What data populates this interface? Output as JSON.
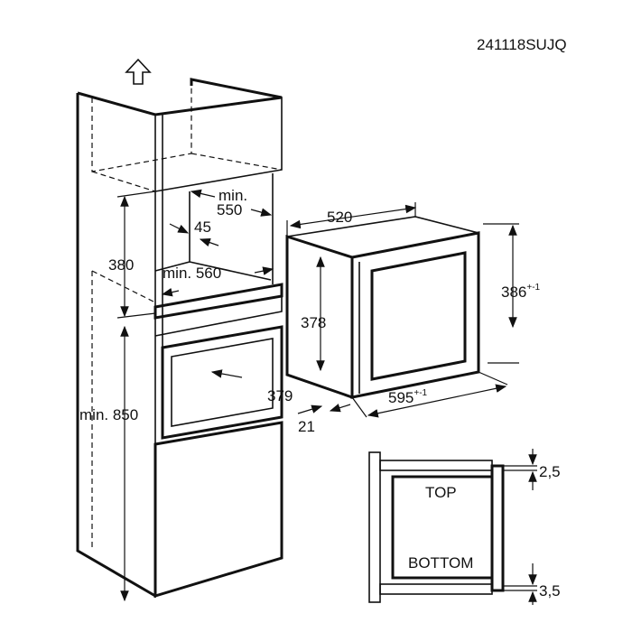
{
  "code": "241118SUJQ",
  "dimensions": {
    "niche_depth": "min.",
    "niche_depth_value": "550",
    "gap": "45",
    "niche_width": "min. 560",
    "niche_height": "380",
    "floor_height": "min. 850",
    "oven_depth": "520",
    "oven_height": "386",
    "oven_height_tol": "+-1",
    "oven_inner_height": "378",
    "oven_width": "595",
    "oven_width_tol": "+-1",
    "front_width": "379",
    "front_depth": "21"
  },
  "detail": {
    "top_label": "TOP",
    "bottom_label": "BOTTOM",
    "top_gap": "2,5",
    "bottom_gap": "3,5"
  }
}
